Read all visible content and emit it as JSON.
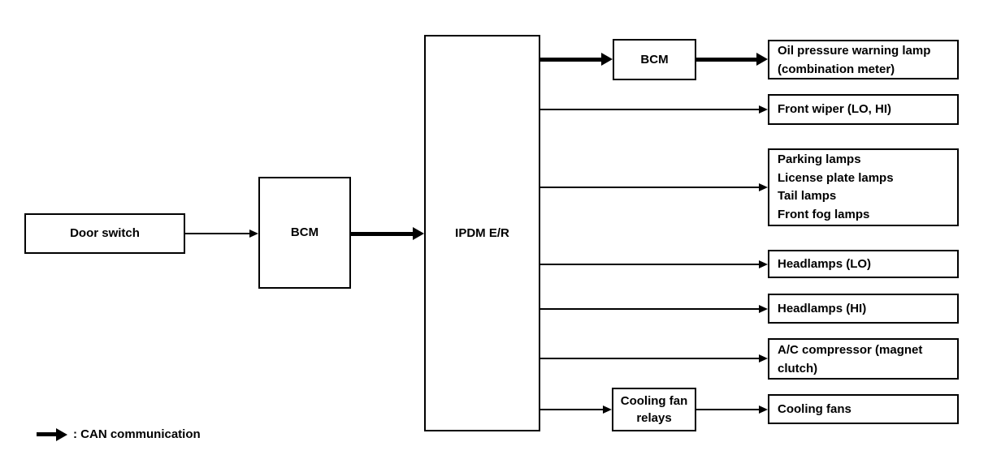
{
  "nodes": {
    "door_switch": {
      "label": "Door switch"
    },
    "bcm_left": {
      "label": "BCM"
    },
    "ipdm": {
      "label": "IPDM E/R"
    },
    "bcm_top": {
      "label": "BCM"
    },
    "cooling_fan_relays": {
      "label": "Cooling fan relays"
    }
  },
  "outputs": [
    {
      "id": "oil-pressure-warning-lamp",
      "lines": [
        "Oil pressure warning lamp",
        "(combination meter)"
      ]
    },
    {
      "id": "front-wiper",
      "lines": [
        "Front wiper (LO, HI)"
      ]
    },
    {
      "id": "exterior-lamps",
      "lines": [
        "Parking lamps",
        "License plate lamps",
        "Tail lamps",
        "Front fog lamps"
      ]
    },
    {
      "id": "headlamps-lo",
      "lines": [
        "Headlamps (LO)"
      ]
    },
    {
      "id": "headlamps-hi",
      "lines": [
        "Headlamps (HI)"
      ]
    },
    {
      "id": "ac-compressor",
      "lines": [
        "A/C compressor (magnet clutch)"
      ]
    },
    {
      "id": "cooling-fans",
      "lines": [
        "Cooling fans"
      ]
    }
  ],
  "legend": {
    "text": ": CAN communication"
  },
  "colors": {
    "ink": "#000000",
    "paper": "#ffffff"
  }
}
